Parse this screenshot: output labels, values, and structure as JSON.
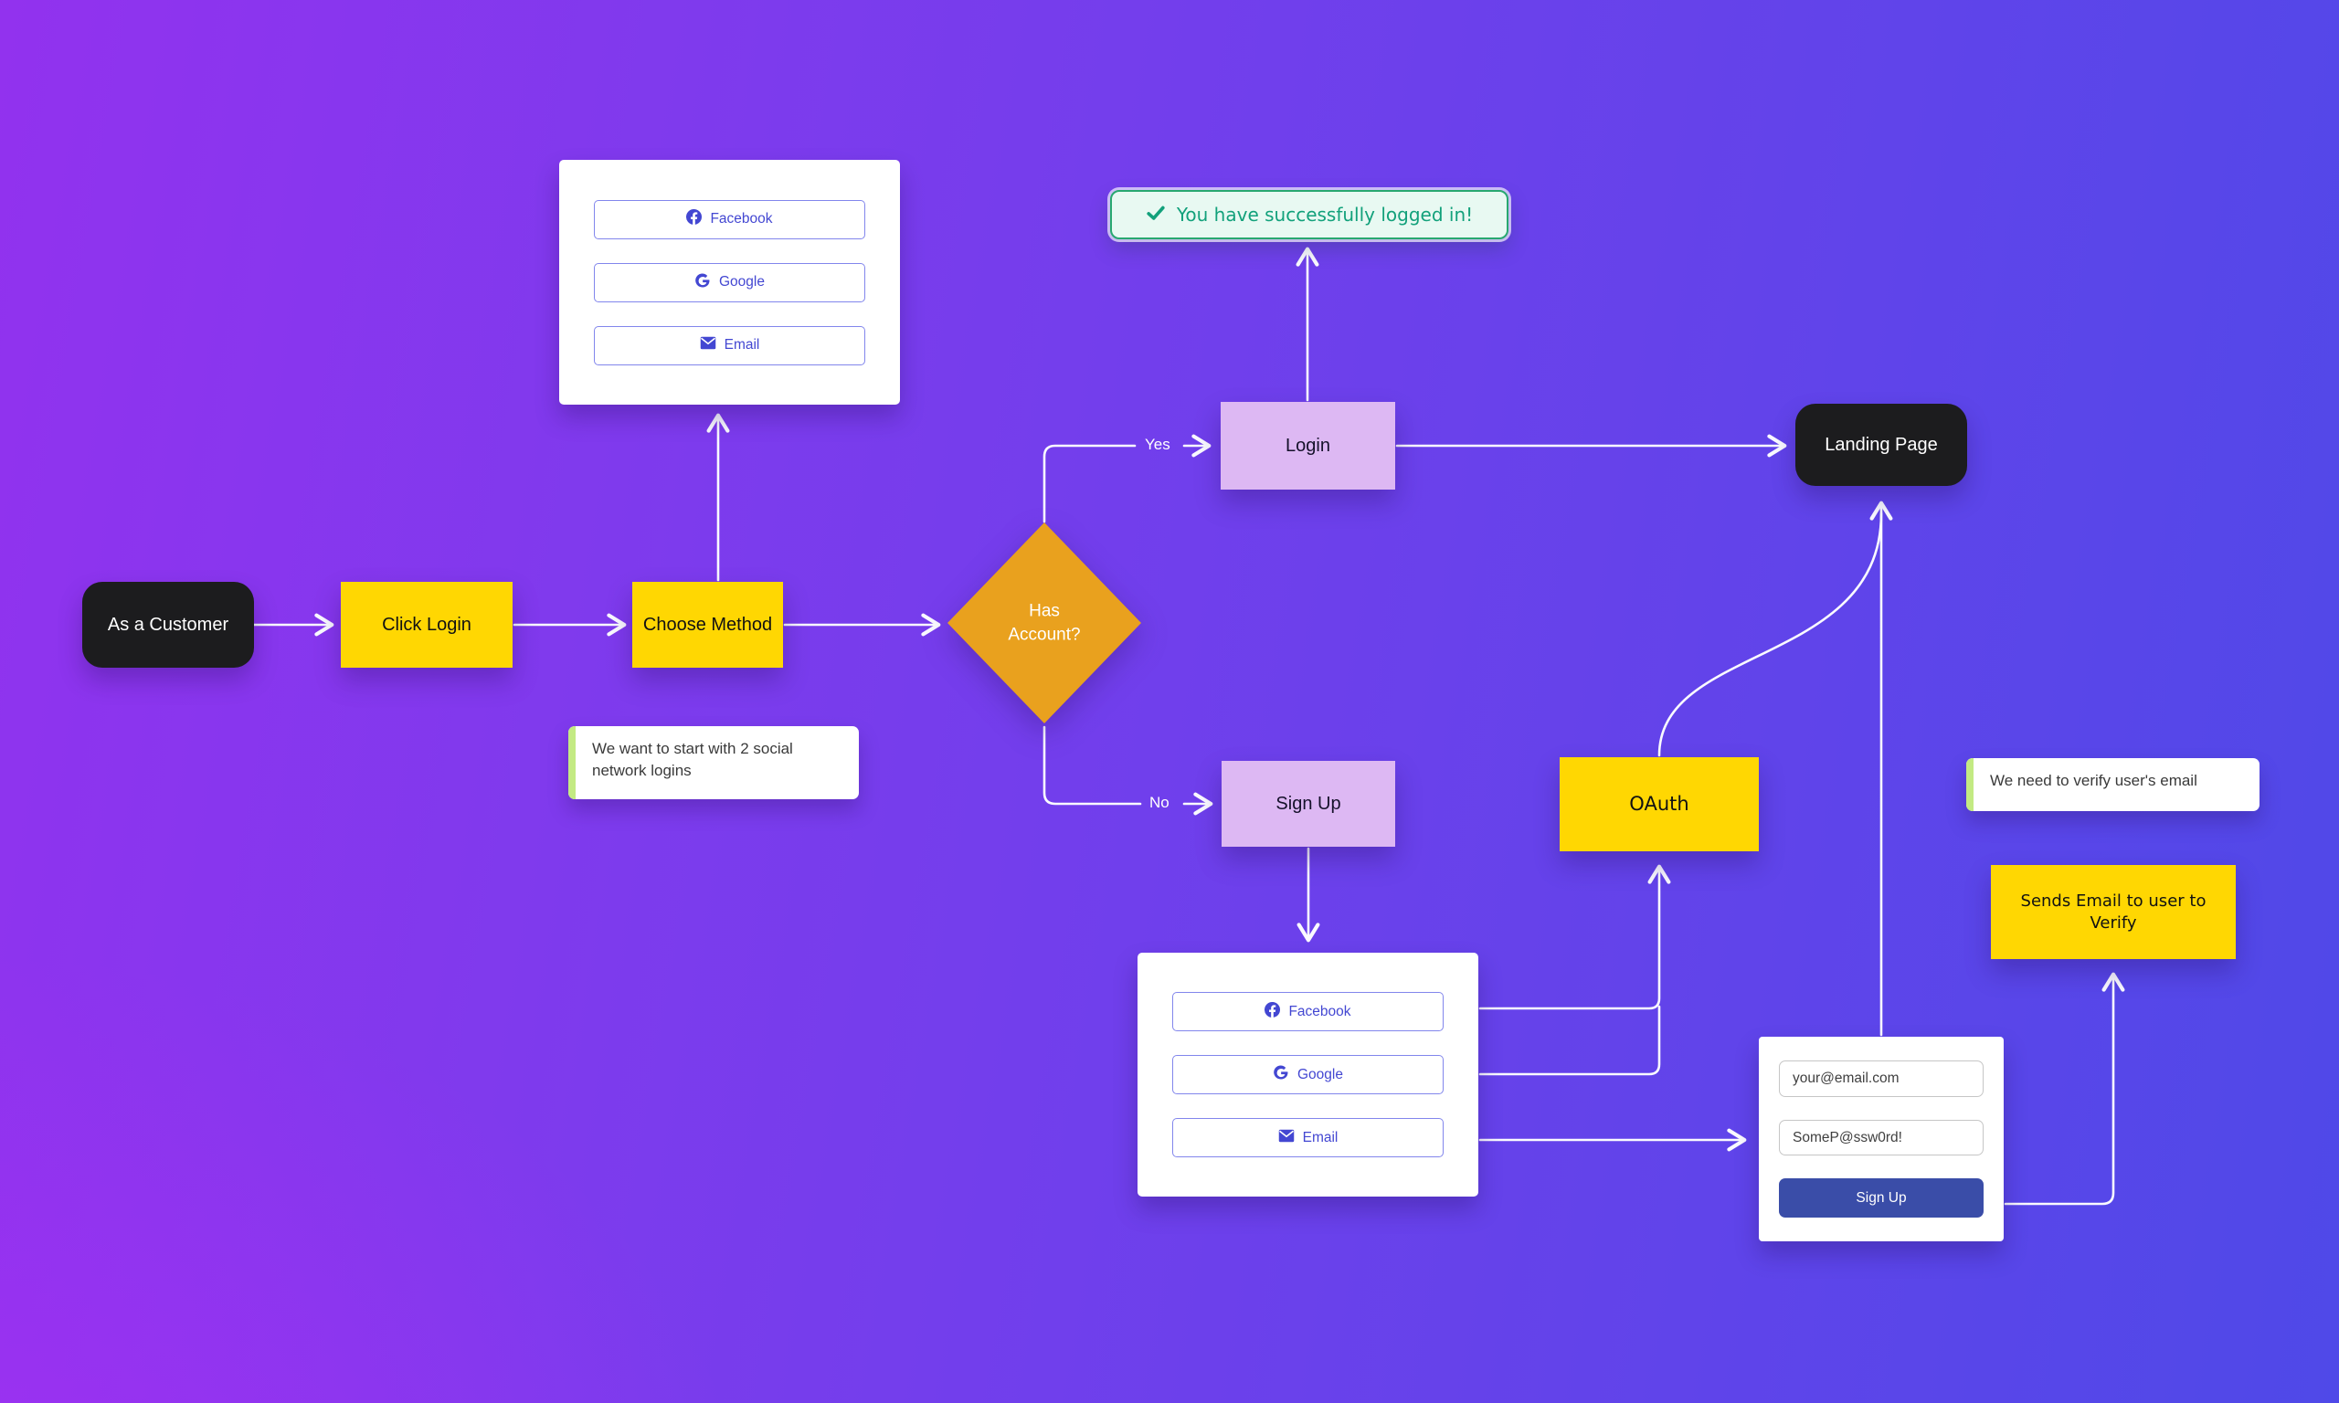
{
  "flow": {
    "nodes": {
      "as_customer": {
        "label": "As a Customer"
      },
      "click_login": {
        "label": "Click Login"
      },
      "choose_method": {
        "label": "Choose Method"
      },
      "has_account": {
        "label": "Has Account?"
      },
      "login": {
        "label": "Login"
      },
      "landing_page": {
        "label": "Landing Page"
      },
      "sign_up": {
        "label": "Sign Up"
      },
      "oauth": {
        "label": "OAuth"
      },
      "sends_email": {
        "label": "Sends Email to user to Verify"
      }
    },
    "edge_labels": {
      "yes": "Yes",
      "no": "No"
    },
    "banner": {
      "text": "You have successfully logged in!",
      "icon": "check-icon"
    },
    "notes": {
      "social": "We want to start with 2 social network logins",
      "verify": "We need to verify user's email"
    },
    "method_card_top": {
      "buttons": [
        {
          "label": "Facebook",
          "icon": "facebook-icon"
        },
        {
          "label": "Google",
          "icon": "google-icon"
        },
        {
          "label": "Email",
          "icon": "email-icon"
        }
      ]
    },
    "method_card_bottom": {
      "buttons": [
        {
          "label": "Facebook",
          "icon": "facebook-icon"
        },
        {
          "label": "Google",
          "icon": "google-icon"
        },
        {
          "label": "Email",
          "icon": "email-icon"
        }
      ]
    },
    "signup_form": {
      "email_value": "your@email.com",
      "password_value": "SomeP@ssw0rd!",
      "submit_label": "Sign Up"
    },
    "colors": {
      "background_left": "#9232ee",
      "background_right": "#4f49e8",
      "yellow": "#FFD702",
      "lavender": "#DDB8F3",
      "diamond_orange": "#E9A11E",
      "black_node": "#1C1C1E",
      "indigo_accent": "#4347D2",
      "success_green": "#12A17B",
      "note_bar_green": "#C3EA83",
      "submit_blue": "#3A4DA8",
      "connector_white": "#FAFAFF"
    }
  }
}
